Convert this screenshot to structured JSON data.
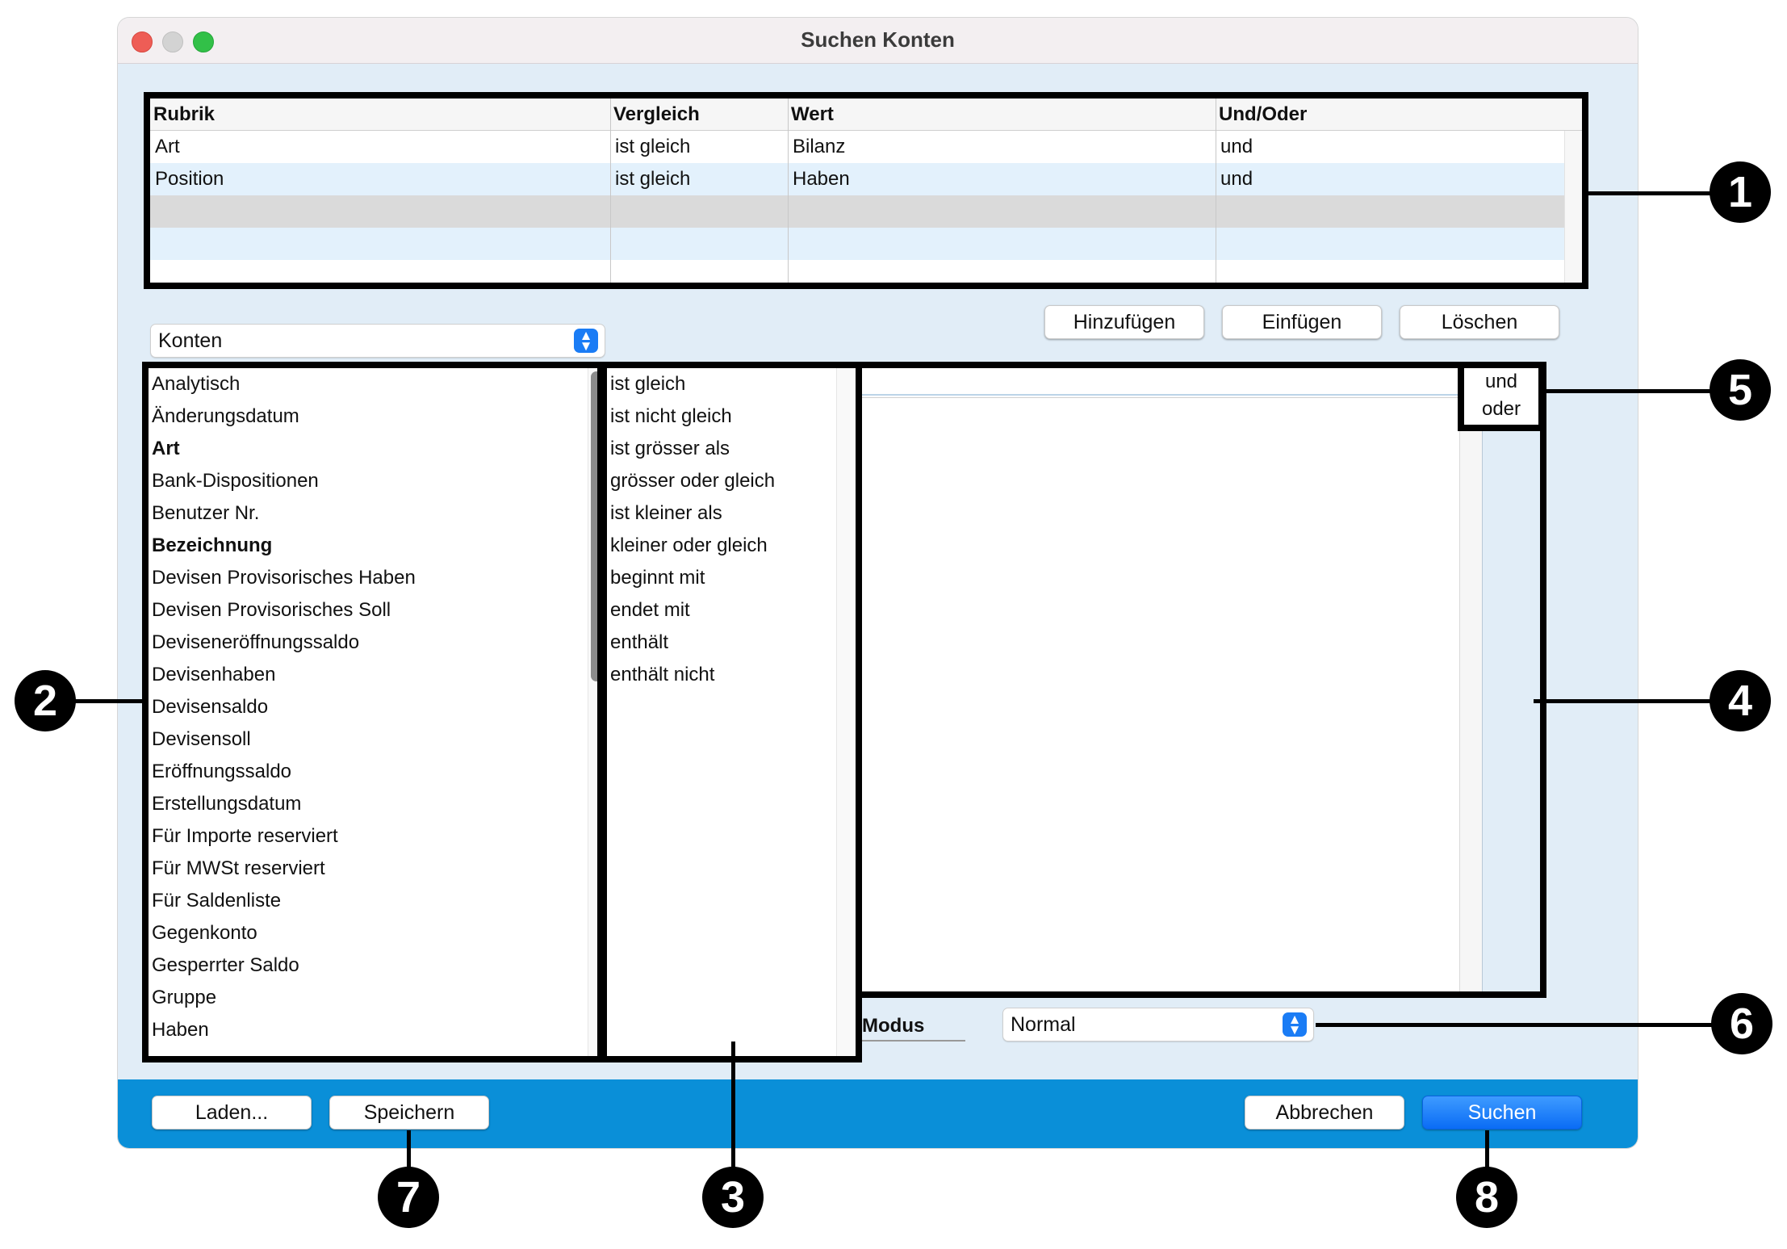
{
  "window": {
    "title": "Suchen Konten"
  },
  "criteria_table": {
    "columns": [
      "Rubrik",
      "Vergleich",
      "Wert",
      "Und/Oder"
    ],
    "rows": [
      {
        "rubrik": "Art",
        "vergleich": "ist gleich",
        "wert": "Bilanz",
        "undoder": "und"
      },
      {
        "rubrik": "Position",
        "vergleich": "ist gleich",
        "wert": "Haben",
        "undoder": "und"
      },
      {
        "rubrik": "",
        "vergleich": "",
        "wert": "",
        "undoder": ""
      },
      {
        "rubrik": "",
        "vergleich": "",
        "wert": "",
        "undoder": ""
      },
      {
        "rubrik": "",
        "vergleich": "",
        "wert": "",
        "undoder": ""
      }
    ]
  },
  "row_buttons": {
    "add": "Hinzufügen",
    "insert": "Einfügen",
    "delete": "Löschen"
  },
  "table_popup": {
    "selected": "Konten"
  },
  "fields": [
    {
      "label": "Analytisch",
      "bold": false
    },
    {
      "label": "Änderungsdatum",
      "bold": false
    },
    {
      "label": "Art",
      "bold": true
    },
    {
      "label": "Bank-Dispositionen",
      "bold": false
    },
    {
      "label": "Benutzer Nr.",
      "bold": false
    },
    {
      "label": "Bezeichnung",
      "bold": true
    },
    {
      "label": "Devisen Provisorisches Haben",
      "bold": false
    },
    {
      "label": "Devisen Provisorisches Soll",
      "bold": false
    },
    {
      "label": "Deviseneröffnungssaldo",
      "bold": false
    },
    {
      "label": "Devisenhaben",
      "bold": false
    },
    {
      "label": "Devisensaldo",
      "bold": false
    },
    {
      "label": "Devisensoll",
      "bold": false
    },
    {
      "label": "Eröffnungssaldo",
      "bold": false
    },
    {
      "label": "Erstellungsdatum",
      "bold": false
    },
    {
      "label": "Für Importe reserviert",
      "bold": false
    },
    {
      "label": "Für MWSt reserviert",
      "bold": false
    },
    {
      "label": "Für Saldenliste",
      "bold": false
    },
    {
      "label": "Gegenkonto",
      "bold": false
    },
    {
      "label": "Gesperrter Saldo",
      "bold": false
    },
    {
      "label": "Gruppe",
      "bold": false
    },
    {
      "label": "Haben",
      "bold": false
    }
  ],
  "comparisons": [
    "ist gleich",
    "ist nicht gleich",
    "ist grösser als",
    "grösser oder gleich",
    "ist kleiner als",
    "kleiner oder gleich",
    "beginnt mit",
    "endet mit",
    "enthält",
    "enthält nicht"
  ],
  "conjunctions": [
    "und",
    "oder"
  ],
  "mode": {
    "label": "Modus",
    "selected": "Normal"
  },
  "footer": {
    "load": "Laden...",
    "save": "Speichern",
    "cancel": "Abbrechen",
    "search": "Suchen"
  },
  "callouts": [
    "1",
    "2",
    "3",
    "4",
    "5",
    "6",
    "7",
    "8"
  ],
  "colors": {
    "window_bg": "#e1edf7",
    "bottom_bar": "#0a8fd8",
    "accent": "#1a7cf5",
    "selected_row": "#dadada",
    "alt_row": "#e3f1fc"
  }
}
